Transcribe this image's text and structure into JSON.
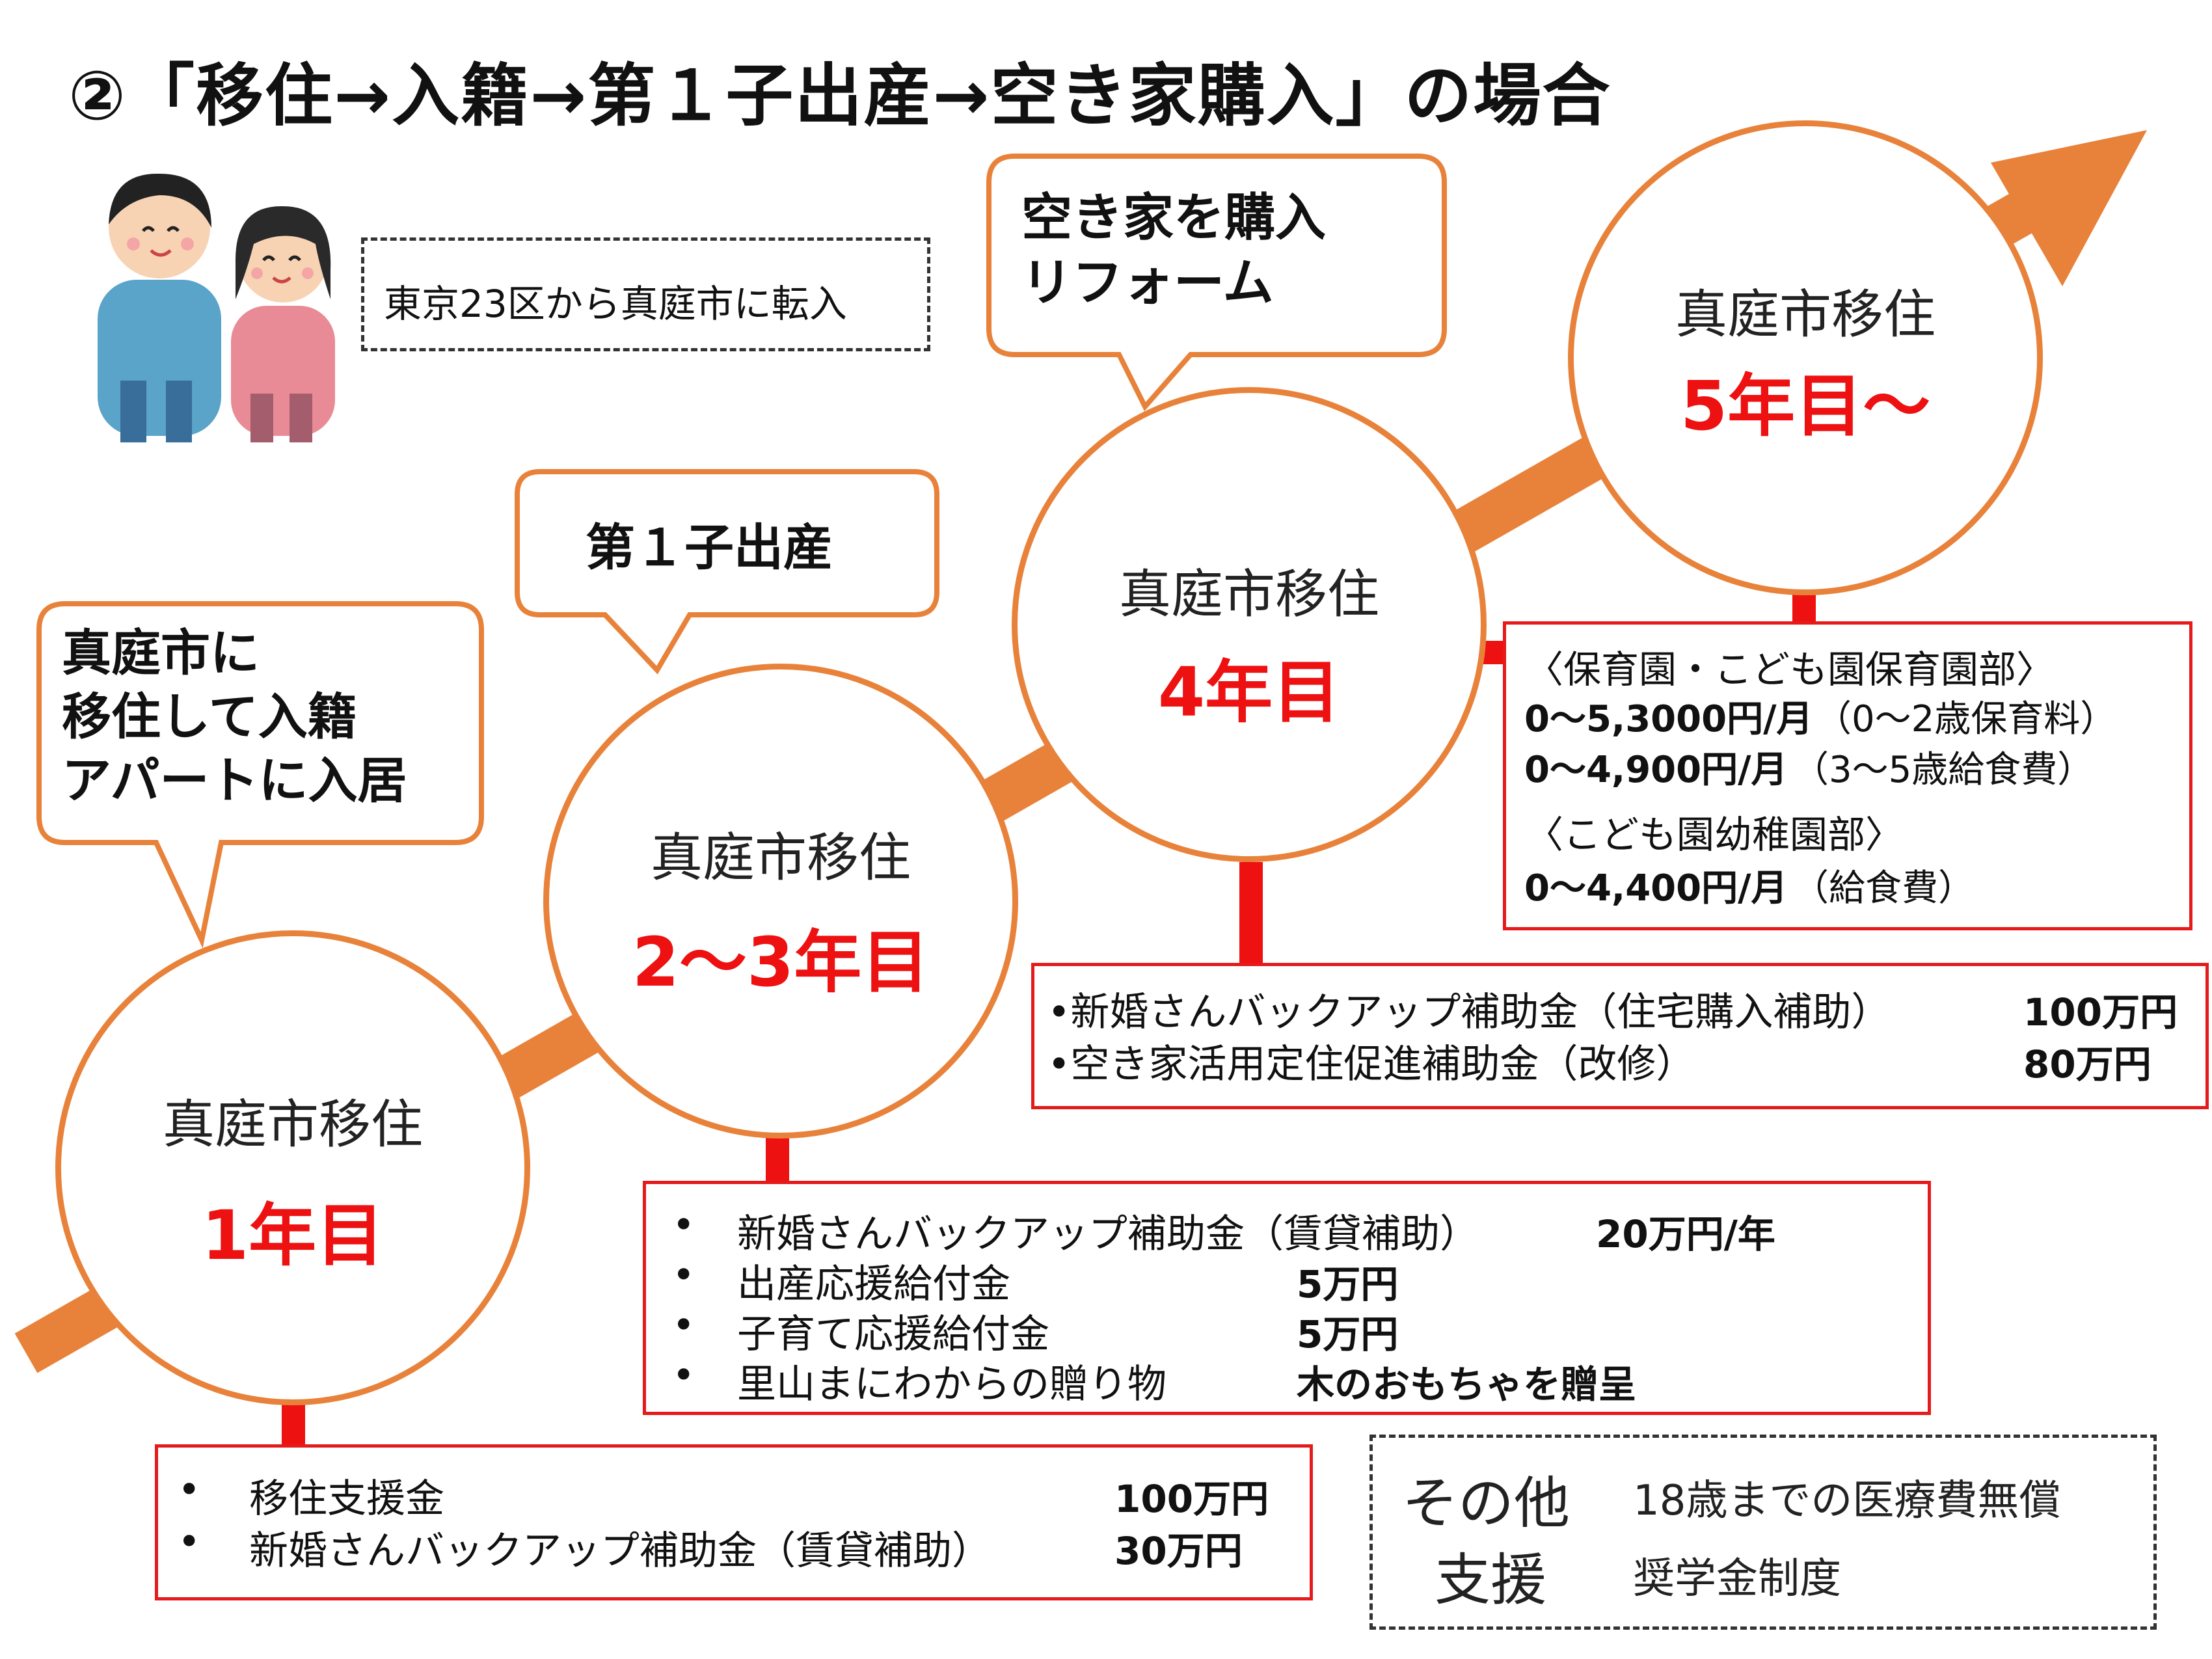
{
  "title": "②「移住→入籍→第１子出産→空き家購入」の場合",
  "colors": {
    "accent_orange": "#e8823a",
    "alert_red": "#ee1111",
    "box_red": "#e51b1b"
  },
  "intro_note": "東京23区から真庭市に転入",
  "speech_bubbles": [
    {
      "text": "真庭市に\n移住して入籍\nアパートに入居"
    },
    {
      "text": "第１子出産"
    },
    {
      "text": "空き家を購入\nリフォーム"
    }
  ],
  "stages": [
    {
      "place": "真庭市移住",
      "year": "1年目"
    },
    {
      "place": "真庭市移住",
      "year": "2〜3年目"
    },
    {
      "place": "真庭市移住",
      "year": "4年目"
    },
    {
      "place": "真庭市移住",
      "year": "5年目〜"
    }
  ],
  "bullet_char": "•",
  "support_year1": [
    {
      "label": "移住支援金",
      "amount": "100万円"
    },
    {
      "label": "新婚さんバックアップ補助金（賃貸補助）",
      "amount": "30万円"
    }
  ],
  "support_year2_3": [
    {
      "label": "新婚さんバックアップ補助金（賃貸補助）",
      "amount": "20万円/年"
    },
    {
      "label": "出産応援給付金",
      "amount": "5万円"
    },
    {
      "label": "子育て応援給付金",
      "amount": "5万円"
    },
    {
      "label": "里山まにわからの贈り物",
      "amount": "木のおもちゃを贈呈"
    }
  ],
  "support_year4": [
    {
      "label": "•新婚さんバックアップ補助金（住宅購入補助）",
      "amount": "100万円"
    },
    {
      "label": "•空き家活用定住促進補助金（改修）",
      "amount": "80万円"
    }
  ],
  "support_year5": {
    "nursery_heading": "〈保育園・こども園保育園部〉",
    "nursery_lines": [
      {
        "amount": "0〜5,3000円/月",
        "note": "（0〜2歳保育料）"
      },
      {
        "amount": "0〜4,900円/月",
        "note": "（3〜5歳給食費）"
      }
    ],
    "kinder_heading": "〈こども園幼稚園部〉",
    "kinder_lines": [
      {
        "amount": "0〜4,400円/月",
        "note": "（給食費）"
      }
    ]
  },
  "other_support": {
    "heading_line1": "その他",
    "heading_line2": "支援",
    "items": [
      "18歳までの医療費無償",
      "奨学金制度"
    ]
  }
}
